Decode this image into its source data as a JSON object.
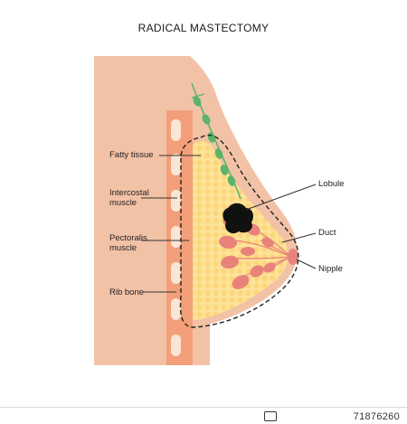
{
  "title": "RADICAL MASTECTOMY",
  "labels": {
    "fatty_tissue": "Fatty tissue",
    "intercostal_muscle_line1": "Intercostal",
    "intercostal_muscle_line2": "muscle",
    "pectoralis_muscle_line1": "Pectoralis",
    "pectoralis_muscle_line2": "muscle",
    "rib_bone": "Rib bone",
    "lobule": "Lobule",
    "duct": "Duct",
    "nipple": "Nipple"
  },
  "footer": {
    "stock_id": "71876260"
  },
  "colors": {
    "skin": "#f2c2a6",
    "fat": "#fde39a",
    "muscle": "#f39f7a",
    "rib": "#fbe6d4",
    "lobule": "#e8827a",
    "lymph_node": "#5db36a",
    "tumor": "#111111"
  }
}
